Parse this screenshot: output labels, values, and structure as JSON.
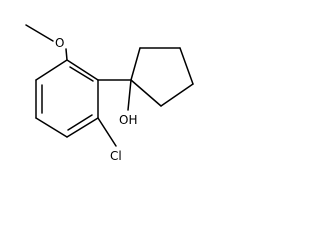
{
  "molecule": {
    "atoms": {
      "oxygen_methoxy": "O",
      "hydroxyl": "OH",
      "chlorine": "Cl"
    }
  },
  "colors": {
    "bond": "#000000",
    "label": "#000000",
    "background": "#ffffff"
  }
}
